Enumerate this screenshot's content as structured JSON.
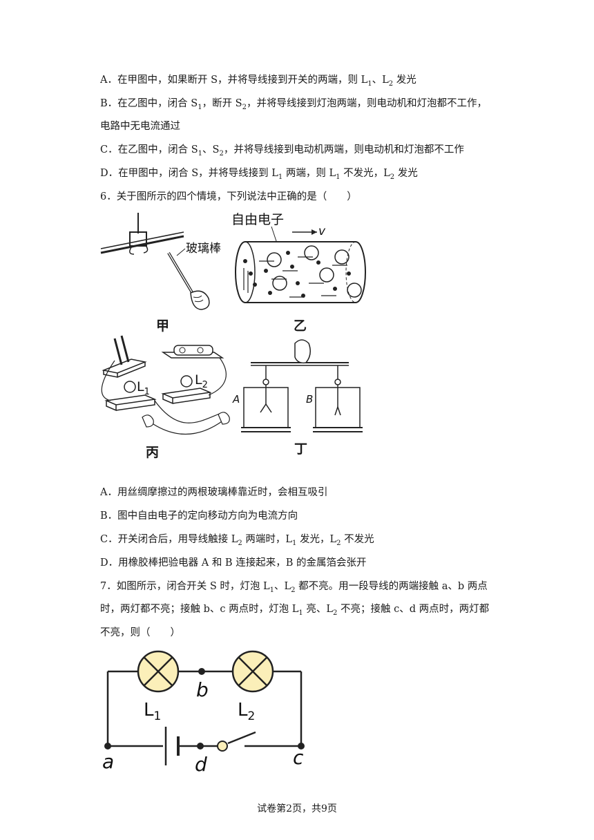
{
  "options_prev": {
    "A": "A．在甲图中，如果断开 S，并将导线接到开关的两端，则 L",
    "A_s1": "1",
    "A_mid": "、L",
    "A_s2": "2",
    "A_end": " 发光",
    "B1_pre": "B．在乙图中，闭合 S",
    "B1_s1": "1",
    "B1_mid": "，断开 S",
    "B1_s2": "2",
    "B1_end": "，并将导线接到灯泡两端，则电动机和灯泡都不工作，",
    "B2": "电路中无电流通过",
    "C_pre": "C．在乙图中，闭合 S",
    "C_s1": "1",
    "C_mid": "、S",
    "C_s2": "2",
    "C_end": "，并将导线接到电动机两端，则电动机和灯泡都不工作",
    "D_pre": "D．在甲图中，闭合 S，并将导线接到 L",
    "D_s1": "1",
    "D_mid": " 两端，则 L",
    "D_s2": "1",
    "D_mid2": " 不发光，L",
    "D_s3": "2",
    "D_end": " 发光"
  },
  "q6": {
    "stem": "6．关于图所示的四个情境，下列说法中正确的是（　　）",
    "fig_jia": {
      "label_rod": "玻璃棒",
      "caption": "甲"
    },
    "fig_yi": {
      "label_electron": "自由电子",
      "label_v": "v",
      "caption": "乙"
    },
    "fig_bing": {
      "label_l1": "L",
      "label_l1_sub": "1",
      "label_l2": "L",
      "label_l2_sub": "2",
      "caption": "丙"
    },
    "fig_ding": {
      "label_a": "A",
      "label_b": "B",
      "caption": "丁"
    },
    "A": "A．用丝绸摩擦过的两根玻璃棒靠近时，会相互吸引",
    "B": "B．图中自由电子的定向移动方向为电流方向",
    "C_pre": "C．开关闭合后，用导线触接 L",
    "C_s1": "2",
    "C_mid": " 两端时，L",
    "C_s2": "1",
    "C_mid2": " 发光，L",
    "C_s3": "2",
    "C_end": " 不发光",
    "D": "D．用橡胶棒把验电器 A 和 B 连接起来，B 的金属箔会张开"
  },
  "q7": {
    "line1_pre": "7．如图所示，闭合开关 S 时，灯泡 L",
    "line1_s1": "1",
    "line1_mid": "、L",
    "line1_s2": "2",
    "line1_end": " 都不亮。用一段导线的两端接触 a、b 两点",
    "line2_pre": "时，两灯都不亮；接触 b、c 两点时，灯泡 L",
    "line2_s1": "1",
    "line2_mid": " 亮、L",
    "line2_s2": "2",
    "line2_end": " 不亮；接触 c、d 两点时，两灯都",
    "line3": "不亮，则（　　）",
    "circuit": {
      "l1": "L",
      "l1_sub": "1",
      "l2": "L",
      "l2_sub": "2",
      "a": "a",
      "b": "b",
      "c": "c",
      "d": "d"
    }
  },
  "footer": "试卷第2页，共9页"
}
